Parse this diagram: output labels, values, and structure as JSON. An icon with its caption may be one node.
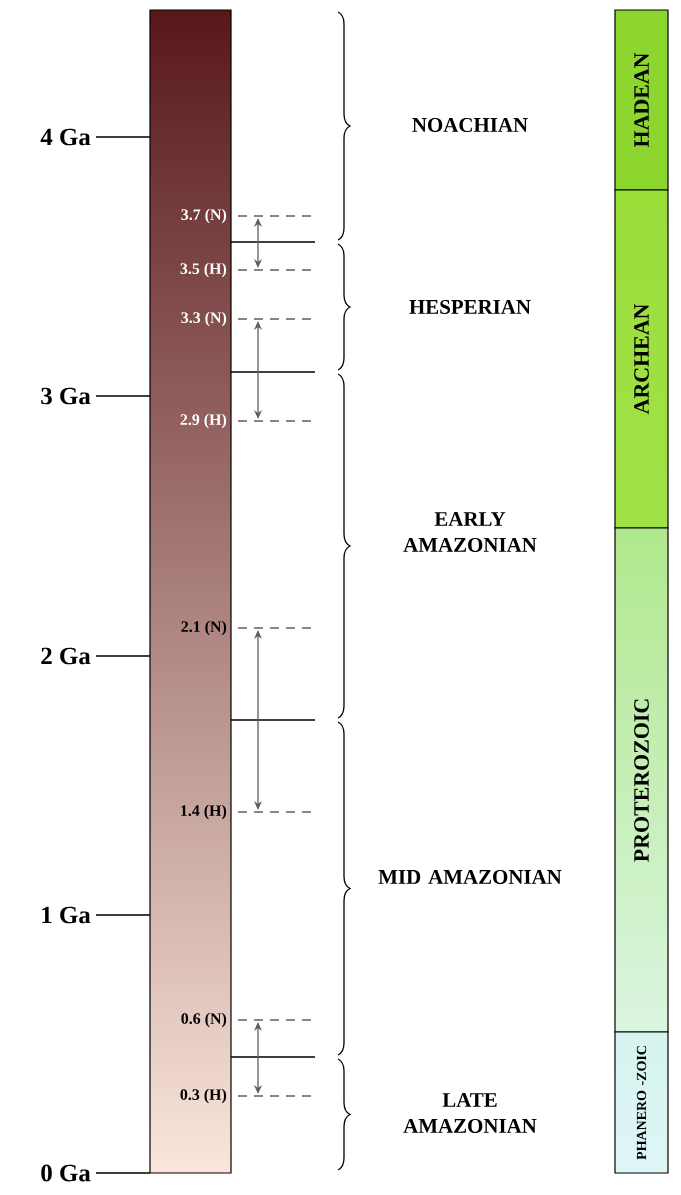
{
  "diagram": {
    "nodes": [
      {
        "text": [
          "HADEAN"
        ]
      },
      {
        "text": [
          "ARCHEAN"
        ]
      },
      {
        "text": [
          "PROTEROZOIC"
        ]
      },
      {
        "text": [
          "PHANERO -ZOIC"
        ]
      }
    ],
    "labels": [
      "4 Ga",
      "NOACHIAN",
      "3.7 (N)",
      "3.5 (H)",
      "HESPERIAN",
      "3.3 (N)",
      "3 Ga",
      "2.9 (H)",
      "EARLY AMAZONIAN",
      "2.1 (N)",
      "2 Ga",
      "1.4 (H)",
      "MID AMAZONIAN",
      "1 Ga",
      "0.6 (N)",
      "0.3 (H)",
      "LATE AMAZONIAN",
      "0 Ga"
    ]
  }
}
